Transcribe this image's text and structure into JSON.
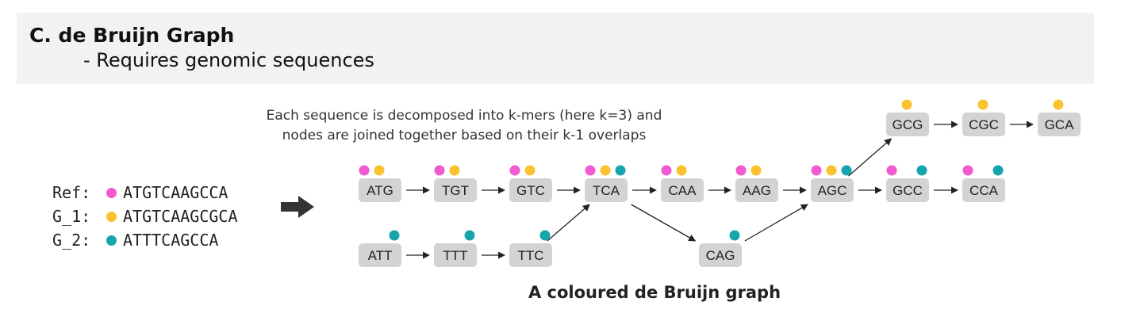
{
  "header": {
    "title": "C. de Bruijn Graph",
    "subtitle": "- Requires genomic sequences"
  },
  "description": {
    "line1": "Each sequence is decomposed into k-mers (here k=3) and",
    "line2": "nodes are joined together based on their k-1 overlaps"
  },
  "colors": {
    "Ref": "#f25ad0",
    "G_1": "#f9c22e",
    "G_2": "#16a5ad",
    "node_fill": "#d3d3d3",
    "header_bg": "#f2f2f2"
  },
  "legend": [
    {
      "label": "Ref:",
      "key": "Ref",
      "sequence": "ATGTCAAGCCA"
    },
    {
      "label": "G_1:",
      "key": "G_1",
      "sequence": "ATGTCAAGCGCA"
    },
    {
      "label": "G_2:",
      "key": "G_2",
      "sequence": "ATTTCAGCCA"
    }
  ],
  "graph": {
    "nodes": [
      {
        "id": "ATG",
        "label": "ATG",
        "genomes": [
          "Ref",
          "G_1"
        ]
      },
      {
        "id": "TGT",
        "label": "TGT",
        "genomes": [
          "Ref",
          "G_1"
        ]
      },
      {
        "id": "GTC",
        "label": "GTC",
        "genomes": [
          "Ref",
          "G_1"
        ]
      },
      {
        "id": "TCA",
        "label": "TCA",
        "genomes": [
          "Ref",
          "G_1",
          "G_2"
        ]
      },
      {
        "id": "CAA",
        "label": "CAA",
        "genomes": [
          "Ref",
          "G_1"
        ]
      },
      {
        "id": "AAG",
        "label": "AAG",
        "genomes": [
          "Ref",
          "G_1"
        ]
      },
      {
        "id": "AGC",
        "label": "AGC",
        "genomes": [
          "Ref",
          "G_1",
          "G_2"
        ]
      },
      {
        "id": "GCC",
        "label": "GCC",
        "genomes": [
          "Ref",
          "G_2"
        ]
      },
      {
        "id": "CCA",
        "label": "CCA",
        "genomes": [
          "Ref",
          "G_2"
        ]
      },
      {
        "id": "GCG",
        "label": "GCG",
        "genomes": [
          "G_1"
        ]
      },
      {
        "id": "CGC",
        "label": "CGC",
        "genomes": [
          "G_1"
        ]
      },
      {
        "id": "GCA",
        "label": "GCA",
        "genomes": [
          "G_1"
        ]
      },
      {
        "id": "ATT",
        "label": "ATT",
        "genomes": [
          "G_2"
        ]
      },
      {
        "id": "TTT",
        "label": "TTT",
        "genomes": [
          "G_2"
        ]
      },
      {
        "id": "TTC",
        "label": "TTC",
        "genomes": [
          "G_2"
        ]
      },
      {
        "id": "CAG",
        "label": "CAG",
        "genomes": [
          "G_2"
        ]
      }
    ],
    "edges": [
      [
        "ATG",
        "TGT"
      ],
      [
        "TGT",
        "GTC"
      ],
      [
        "GTC",
        "TCA"
      ],
      [
        "TCA",
        "CAA"
      ],
      [
        "CAA",
        "AAG"
      ],
      [
        "AAG",
        "AGC"
      ],
      [
        "AGC",
        "GCC"
      ],
      [
        "GCC",
        "CCA"
      ],
      [
        "AGC",
        "GCG"
      ],
      [
        "GCG",
        "CGC"
      ],
      [
        "CGC",
        "GCA"
      ],
      [
        "ATT",
        "TTT"
      ],
      [
        "TTT",
        "TTC"
      ],
      [
        "TTC",
        "TCA"
      ],
      [
        "TCA",
        "CAG"
      ],
      [
        "CAG",
        "AGC"
      ]
    ]
  },
  "caption": "A coloured de Bruijn graph"
}
